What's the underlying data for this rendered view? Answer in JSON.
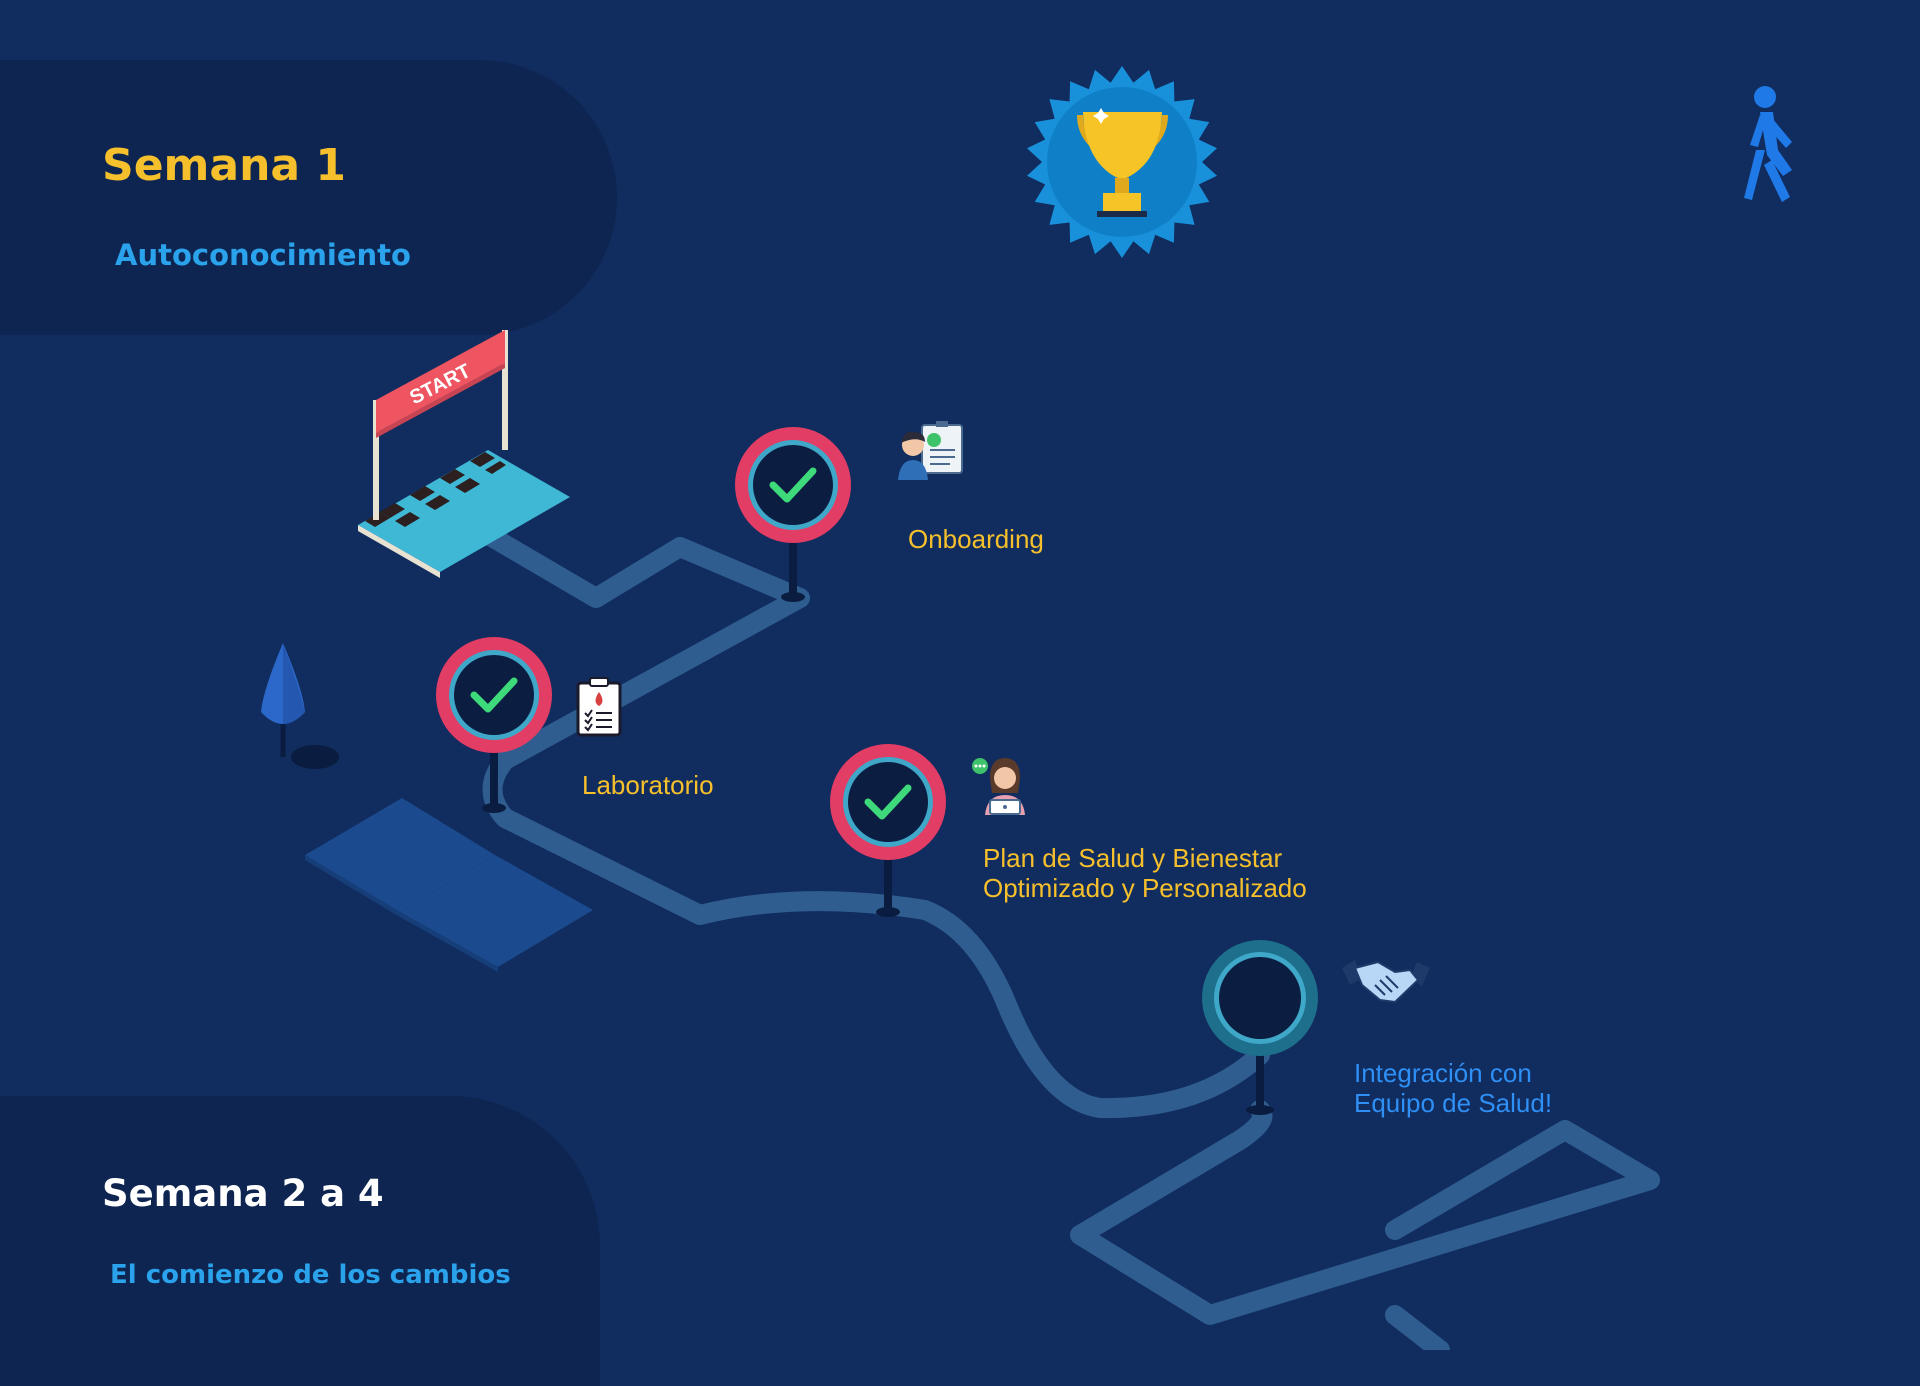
{
  "weeks": [
    {
      "title": "Semana 1",
      "subtitle": "Autoconocimiento"
    },
    {
      "title": "Semana 2 a 4",
      "subtitle": "El comienzo de los cambios"
    }
  ],
  "start_sign": "START",
  "milestones": [
    {
      "label_lines": [
        "Onboarding"
      ],
      "status": "completed",
      "icon": "onboarding-checklist-icon"
    },
    {
      "label_lines": [
        "Laboratorio"
      ],
      "status": "completed",
      "icon": "lab-clipboard-icon"
    },
    {
      "label_lines": [
        "Plan de Salud y Bienestar",
        "Optimizado y Personalizado"
      ],
      "status": "completed",
      "icon": "health-advisor-icon"
    },
    {
      "label_lines": [
        "Integración con",
        "Equipo de Salud!"
      ],
      "status": "pending",
      "icon": "handshake-icon"
    }
  ],
  "icons": [
    "trophy-icon",
    "walking-person-icon",
    "tree-icon",
    "start-gate-icon"
  ],
  "colors": {
    "background": "#112c5e",
    "panel": "#0d2550",
    "accent_yellow": "#f6c02c",
    "accent_blue": "#2aa3ec",
    "completed_ring": "#e23d64",
    "check": "#3ed97a",
    "pending_ring": "#1d6f8c",
    "path": "#2f5d8f"
  }
}
